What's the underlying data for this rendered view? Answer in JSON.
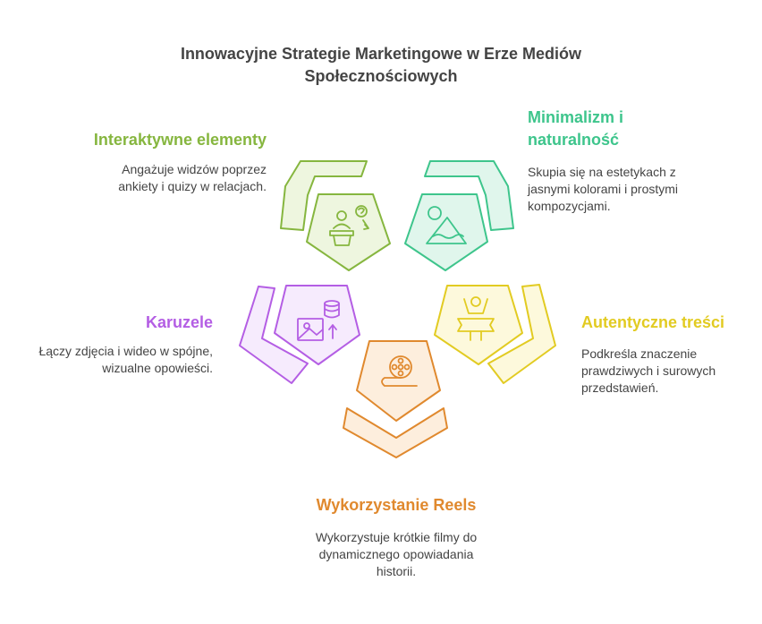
{
  "title_lines": [
    "Innowacyjne Strategie Marketingowe w Erze Mediów",
    "Społecznościowych"
  ],
  "colors": {
    "green": "#86b63f",
    "teal": "#3ec58c",
    "purple": "#b45ee4",
    "orange": "#e0892e",
    "yellow": "#e2cb22",
    "text": "#444444"
  },
  "items": {
    "interaktywne": {
      "title": "Interaktywne elementy",
      "desc_lines": [
        "Angażuje widzów poprzez",
        "ankiety i quizy w relacjach."
      ],
      "icon": "presenter-with-question-icon"
    },
    "minimalizm": {
      "title_lines": [
        "Minimalizm i",
        "naturalność"
      ],
      "desc_lines": [
        "Skupia się na estetykach z",
        "jasnymi kolorami i prostymi",
        "kompozycjami."
      ],
      "icon": "landscape-image-icon"
    },
    "karuzele": {
      "title": "Karuzele",
      "desc_lines": [
        "Łączy zdjęcia i wideo w spójne,",
        "wizualne opowieści."
      ],
      "icon": "image-database-icon"
    },
    "autentyczne": {
      "title": "Autentyczne treści",
      "desc_lines": [
        "Podkreśla znaczenie",
        "prawdziwych i surowych",
        "przedstawień."
      ],
      "icon": "person-with-banner-icon"
    },
    "reels": {
      "title": "Wykorzystanie Reels",
      "desc_lines": [
        "Wykorzystuje krótkie filmy do",
        "dynamicznego opowiadania",
        "historii."
      ],
      "icon": "film-reel-icon"
    }
  }
}
